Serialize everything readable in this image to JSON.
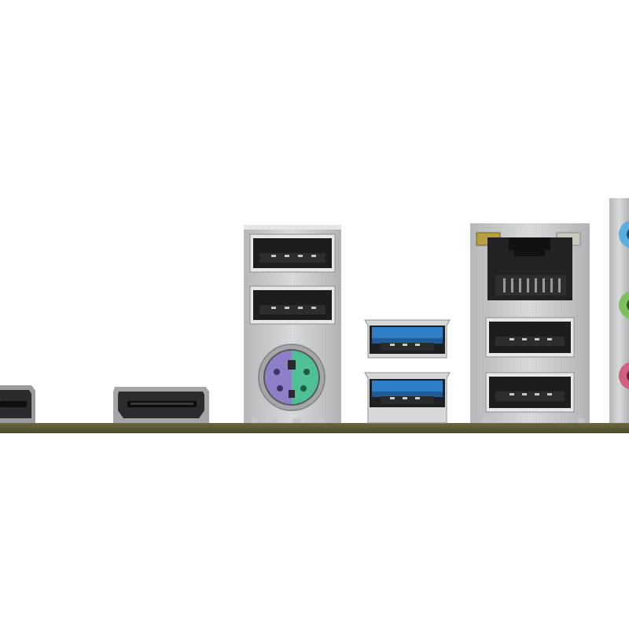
{
  "scene": {
    "colors": {
      "background": "#ffffff",
      "pcb": "#5c5a36",
      "shield": "#c9cacb",
      "usb3": "#2f7fc8",
      "ps2_purple": "#8f7fc9",
      "ps2_green": "#4fbf95",
      "audio_blue": "#59aee0",
      "audio_green": "#7ec05f",
      "audio_pink": "#d06080",
      "led_yellow": "#b9a03f"
    },
    "components": [
      {
        "name": "display-port-connector",
        "icon": "display-port-icon"
      },
      {
        "name": "hdmi-port",
        "icon": "hdmi-icon"
      },
      {
        "name": "usb2-port-top",
        "icon": "usb-icon"
      },
      {
        "name": "usb2-port-bottom",
        "icon": "usb-icon"
      },
      {
        "name": "ps2-combo-port",
        "icon": "ps2-icon"
      },
      {
        "name": "usb3-port-top",
        "icon": "usb3-icon"
      },
      {
        "name": "usb3-port-bottom",
        "icon": "usb3-icon"
      },
      {
        "name": "rj45-lan-port",
        "icon": "ethernet-icon"
      },
      {
        "name": "lan-usb-port-top",
        "icon": "usb-icon"
      },
      {
        "name": "lan-usb-port-bottom",
        "icon": "usb-icon"
      },
      {
        "name": "audio-jack-stack",
        "icon": "audio-jack-icon"
      }
    ]
  }
}
